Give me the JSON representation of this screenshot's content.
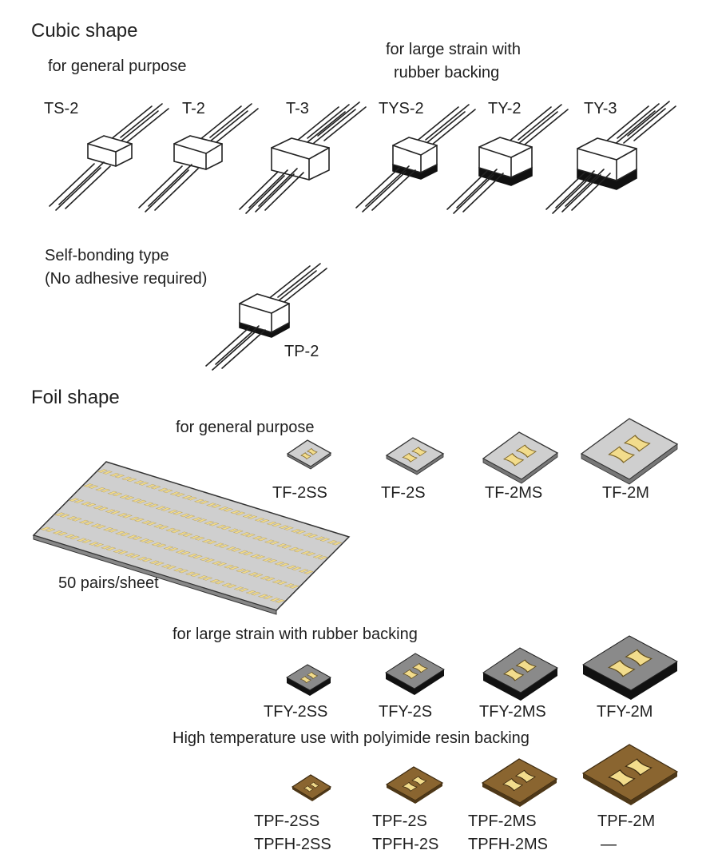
{
  "cubic": {
    "heading": "Cubic shape",
    "general_label": "for general purpose",
    "large_strain_line1": "for large strain with",
    "large_strain_line2": "rubber backing",
    "self_bonding_line1": "Self-bonding type",
    "self_bonding_line2": "(No adhesive required)",
    "models": [
      "TS-2",
      "T-2",
      "T-3",
      "TYS-2",
      "TY-2",
      "TY-3",
      "TP-2"
    ]
  },
  "foil": {
    "heading": "Foil shape",
    "general_label": "for general purpose",
    "sheet_label": "50 pairs/sheet",
    "general_models": [
      "TF-2SS",
      "TF-2S",
      "TF-2MS",
      "TF-2M"
    ],
    "rubber_label": "for large strain with rubber backing",
    "rubber_models": [
      "TFY-2SS",
      "TFY-2S",
      "TFY-2MS",
      "TFY-2M"
    ],
    "polyimide_label": "High temperature use with polyimide resin backing",
    "polyimide_models": [
      "TPF-2SS",
      "TPF-2S",
      "TPF-2MS",
      "TPF-2M"
    ],
    "polyimide_alt_models": [
      "TPFH-2SS",
      "TPFH-2S",
      "TPFH-2MS",
      "—"
    ]
  },
  "colors": {
    "pad": "#f2dc8c",
    "foil_gray": "#cfcfcf",
    "rubber_gray": "#8a8a8a",
    "polyimide_brown": "#8a6530",
    "rubber_black": "#111111"
  }
}
